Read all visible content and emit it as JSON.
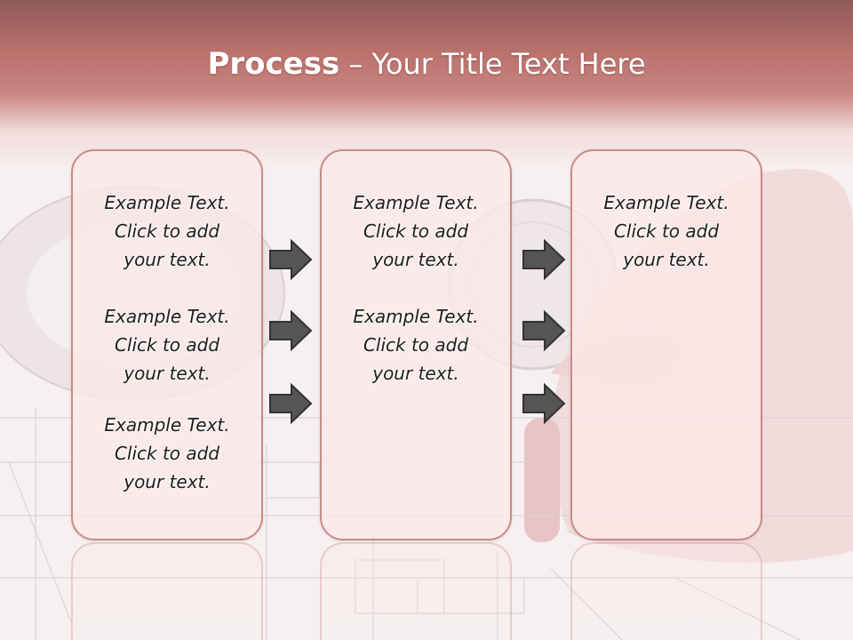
{
  "slide": {
    "title_bold": "Process",
    "title_rest": " – Your Title Text Here"
  },
  "columns": [
    {
      "entries": [
        {
          "lines": [
            "Example Text.",
            "Click  to add",
            "your text."
          ]
        },
        {
          "lines": [
            "Example Text.",
            "Click  to add",
            "your text."
          ]
        },
        {
          "lines": [
            "Example Text.",
            "Click  to add",
            "your text."
          ]
        }
      ]
    },
    {
      "entries": [
        {
          "lines": [
            "Example Text.",
            "Click  to add",
            "your text."
          ]
        },
        {
          "lines": [
            "Example Text.",
            "Click  to add",
            "your text."
          ]
        }
      ]
    },
    {
      "entries": [
        {
          "lines": [
            "Example Text.",
            "Click  to add",
            "your text."
          ]
        }
      ]
    }
  ],
  "icons": {
    "arrow": "arrow-right-icon",
    "background": "blueprint-hand-image"
  },
  "colors": {
    "title_band": "#b9716c",
    "box_border": "#c88c88",
    "box_fill": "#fae8e7",
    "arrow_fill": "#555555"
  }
}
